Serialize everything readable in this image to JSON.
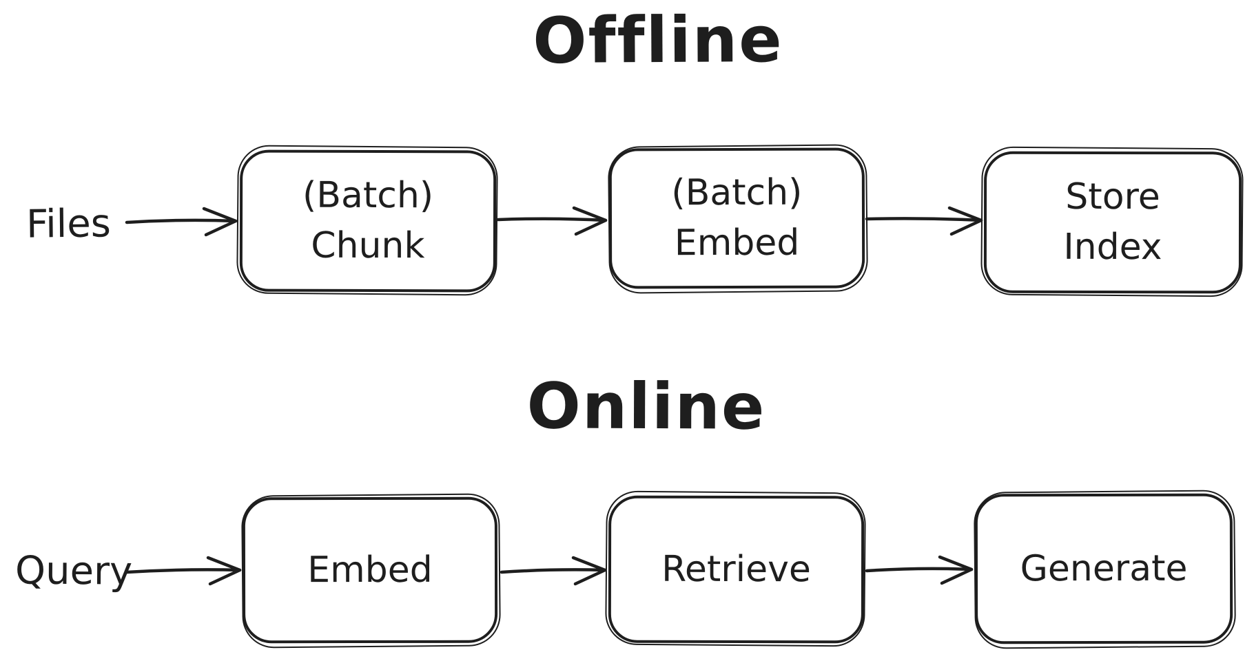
{
  "diagram": {
    "background": "#ffffff",
    "stroke_color": "#1e1e1e",
    "sections": [
      {
        "title": "Offline",
        "source_label": "Files",
        "nodes": [
          {
            "id": "batch-chunk",
            "lines": [
              "(Batch)",
              "Chunk"
            ]
          },
          {
            "id": "batch-embed",
            "lines": [
              "(Batch)",
              "Embed"
            ]
          },
          {
            "id": "store-index",
            "lines": [
              "Store",
              "Index"
            ]
          }
        ],
        "arrows": [
          "files-to-batch-chunk",
          "batch-chunk-to-batch-embed",
          "batch-embed-to-store-index"
        ]
      },
      {
        "title": "Online",
        "source_label": "Query",
        "nodes": [
          {
            "id": "embed",
            "lines": [
              "Embed"
            ]
          },
          {
            "id": "retrieve",
            "lines": [
              "Retrieve"
            ]
          },
          {
            "id": "generate",
            "lines": [
              "Generate"
            ]
          }
        ],
        "arrows": [
          "query-to-embed",
          "embed-to-retrieve",
          "retrieve-to-generate"
        ]
      }
    ]
  }
}
